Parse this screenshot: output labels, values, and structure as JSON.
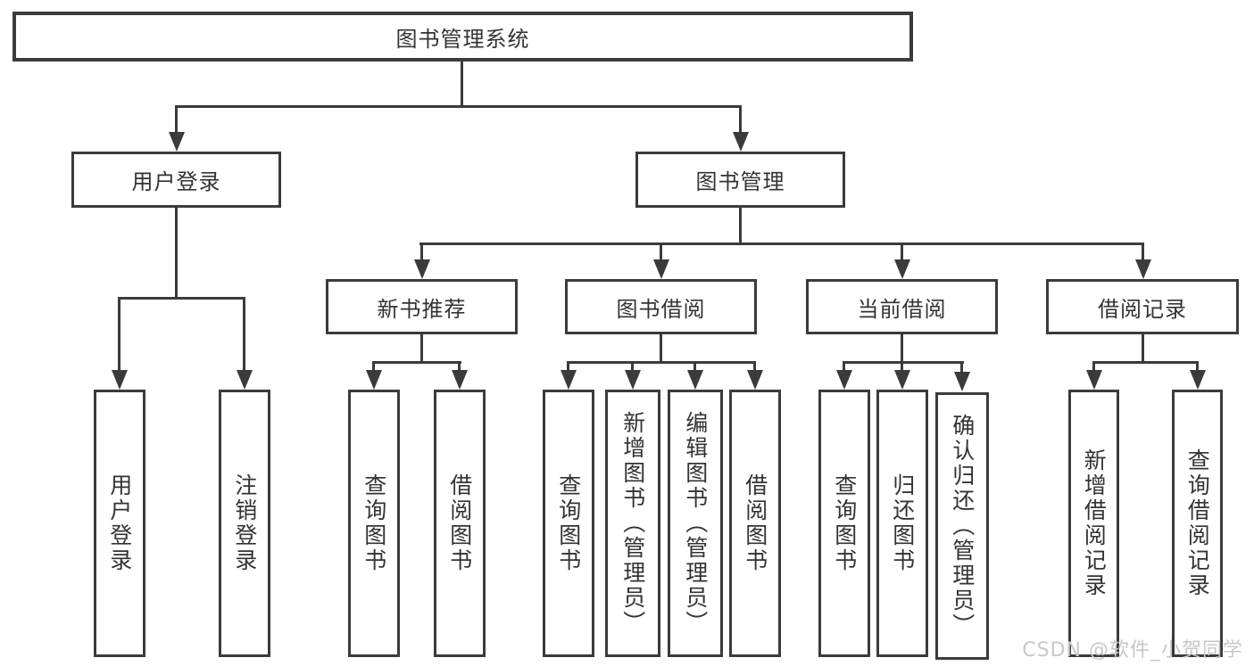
{
  "diagram": {
    "root": {
      "label": "图书管理系统"
    },
    "branches": [
      {
        "label": "用户登录",
        "children": [
          {
            "label": "用户登录"
          },
          {
            "label": "注销登录"
          }
        ]
      },
      {
        "label": "图书管理",
        "children": [
          {
            "label": "新书推荐",
            "children": [
              {
                "label": "查询图书"
              },
              {
                "label": "借阅图书"
              }
            ]
          },
          {
            "label": "图书借阅",
            "children": [
              {
                "label": "查询图书"
              },
              {
                "label": "新增图书（管理员）"
              },
              {
                "label": "编辑图书（管理员）"
              },
              {
                "label": "借阅图书"
              }
            ]
          },
          {
            "label": "当前借阅",
            "children": [
              {
                "label": "查询图书"
              },
              {
                "label": "归还图书"
              },
              {
                "label": "确认归还（管理员）"
              }
            ]
          },
          {
            "label": "借阅记录",
            "children": [
              {
                "label": "新增借阅记录"
              },
              {
                "label": "查询借阅记录"
              }
            ]
          }
        ]
      }
    ]
  },
  "watermark": "CSDN @软件_小贺同学",
  "colors": {
    "line": "#3b3b3b",
    "text": "#333333",
    "watermark": "#c8c8c8",
    "background": "#ffffff",
    "box_fill": "#ffffff"
  }
}
